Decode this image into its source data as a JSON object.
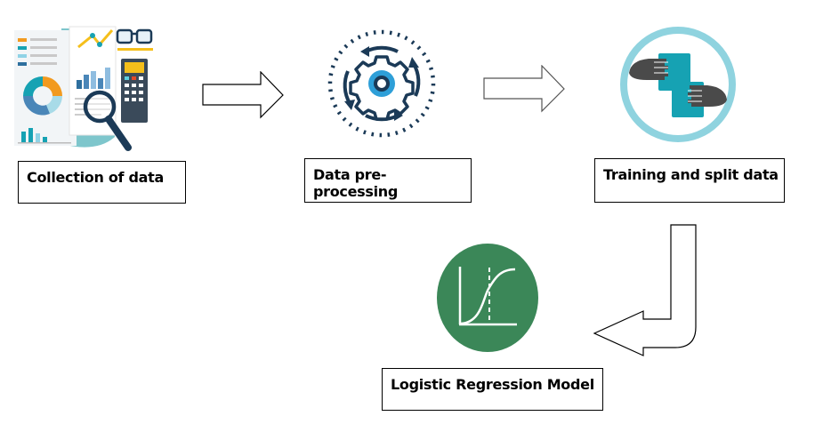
{
  "title": "Logistic regression workflow",
  "steps": [
    {
      "label": "Collection of data",
      "icon": "data-collection-icon"
    },
    {
      "label": "Data pre-processing",
      "icon": "gear-cycle-icon"
    },
    {
      "label": "Training and split data",
      "icon": "hands-split-icon"
    },
    {
      "label": "Logistic Regression Model",
      "icon": "sigmoid-curve-icon"
    }
  ],
  "connectors": [
    {
      "from": "Collection of data",
      "to": "Data pre-processing",
      "direction": "right"
    },
    {
      "from": "Data pre-processing",
      "to": "Training and split data",
      "direction": "right"
    },
    {
      "from": "Training and split data",
      "to": "Logistic Regression Model",
      "direction": "down-left"
    }
  ],
  "colors": {
    "teal": "#16a2b3",
    "navy": "#1b3a57",
    "blue": "#2e9fd8",
    "orange": "#f29a1f",
    "ring": "#8fd3df",
    "hand": "#4a4a4a",
    "green": "#3b8758",
    "yellow": "#f5bf1b"
  }
}
